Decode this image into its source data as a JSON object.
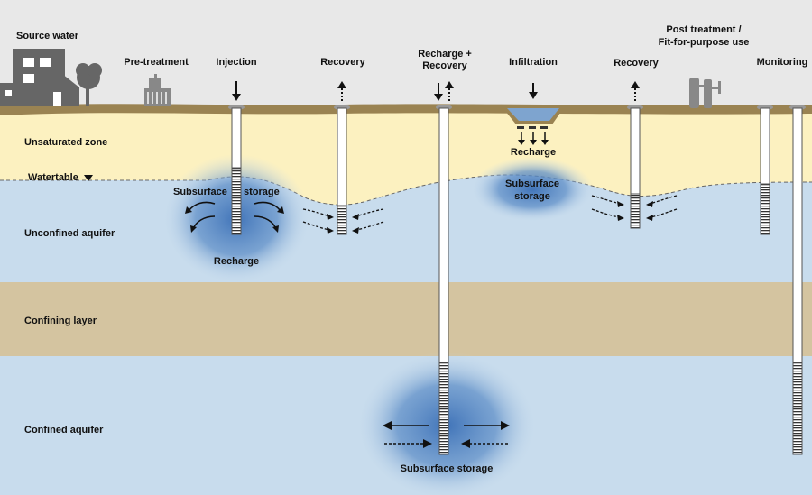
{
  "surface_labels": {
    "source_water": "Source water",
    "pre_treatment": "Pre-treatment",
    "injection": "Injection",
    "recovery_left": "Recovery",
    "recharge_recovery_line1": "Recharge +",
    "recharge_recovery_line2": "Recovery",
    "infiltration": "Infiltration",
    "recovery_right": "Recovery",
    "post_treatment_line1": "Post treatment /",
    "post_treatment_line2": "Fit-for-purpose use",
    "monitoring": "Monitoring"
  },
  "zones": {
    "unsaturated": "Unsaturated zone",
    "watertable": "Watertable",
    "unconfined": "Unconfined aquifer",
    "confining": "Confining layer",
    "confined": "Confined aquifer"
  },
  "in_ground": {
    "subsurface_storage_left_a": "Subsurface",
    "subsurface_storage_left_b": "storage",
    "recharge_left": "Recharge",
    "recharge_infiltration": "Recharge",
    "subsurface_storage_mid_line1": "Subsurface",
    "subsurface_storage_mid_line2": "storage",
    "subsurface_storage_confined": "Subsurface storage"
  },
  "colors": {
    "sky": "#e8e8e8",
    "unsaturated": "#fcf1c0",
    "aquifer": "#c8dced",
    "confining": "#d4c4a0",
    "ground_surface": "#9a8352",
    "storage_plume": "#4f7fbe",
    "building": "#666666"
  }
}
